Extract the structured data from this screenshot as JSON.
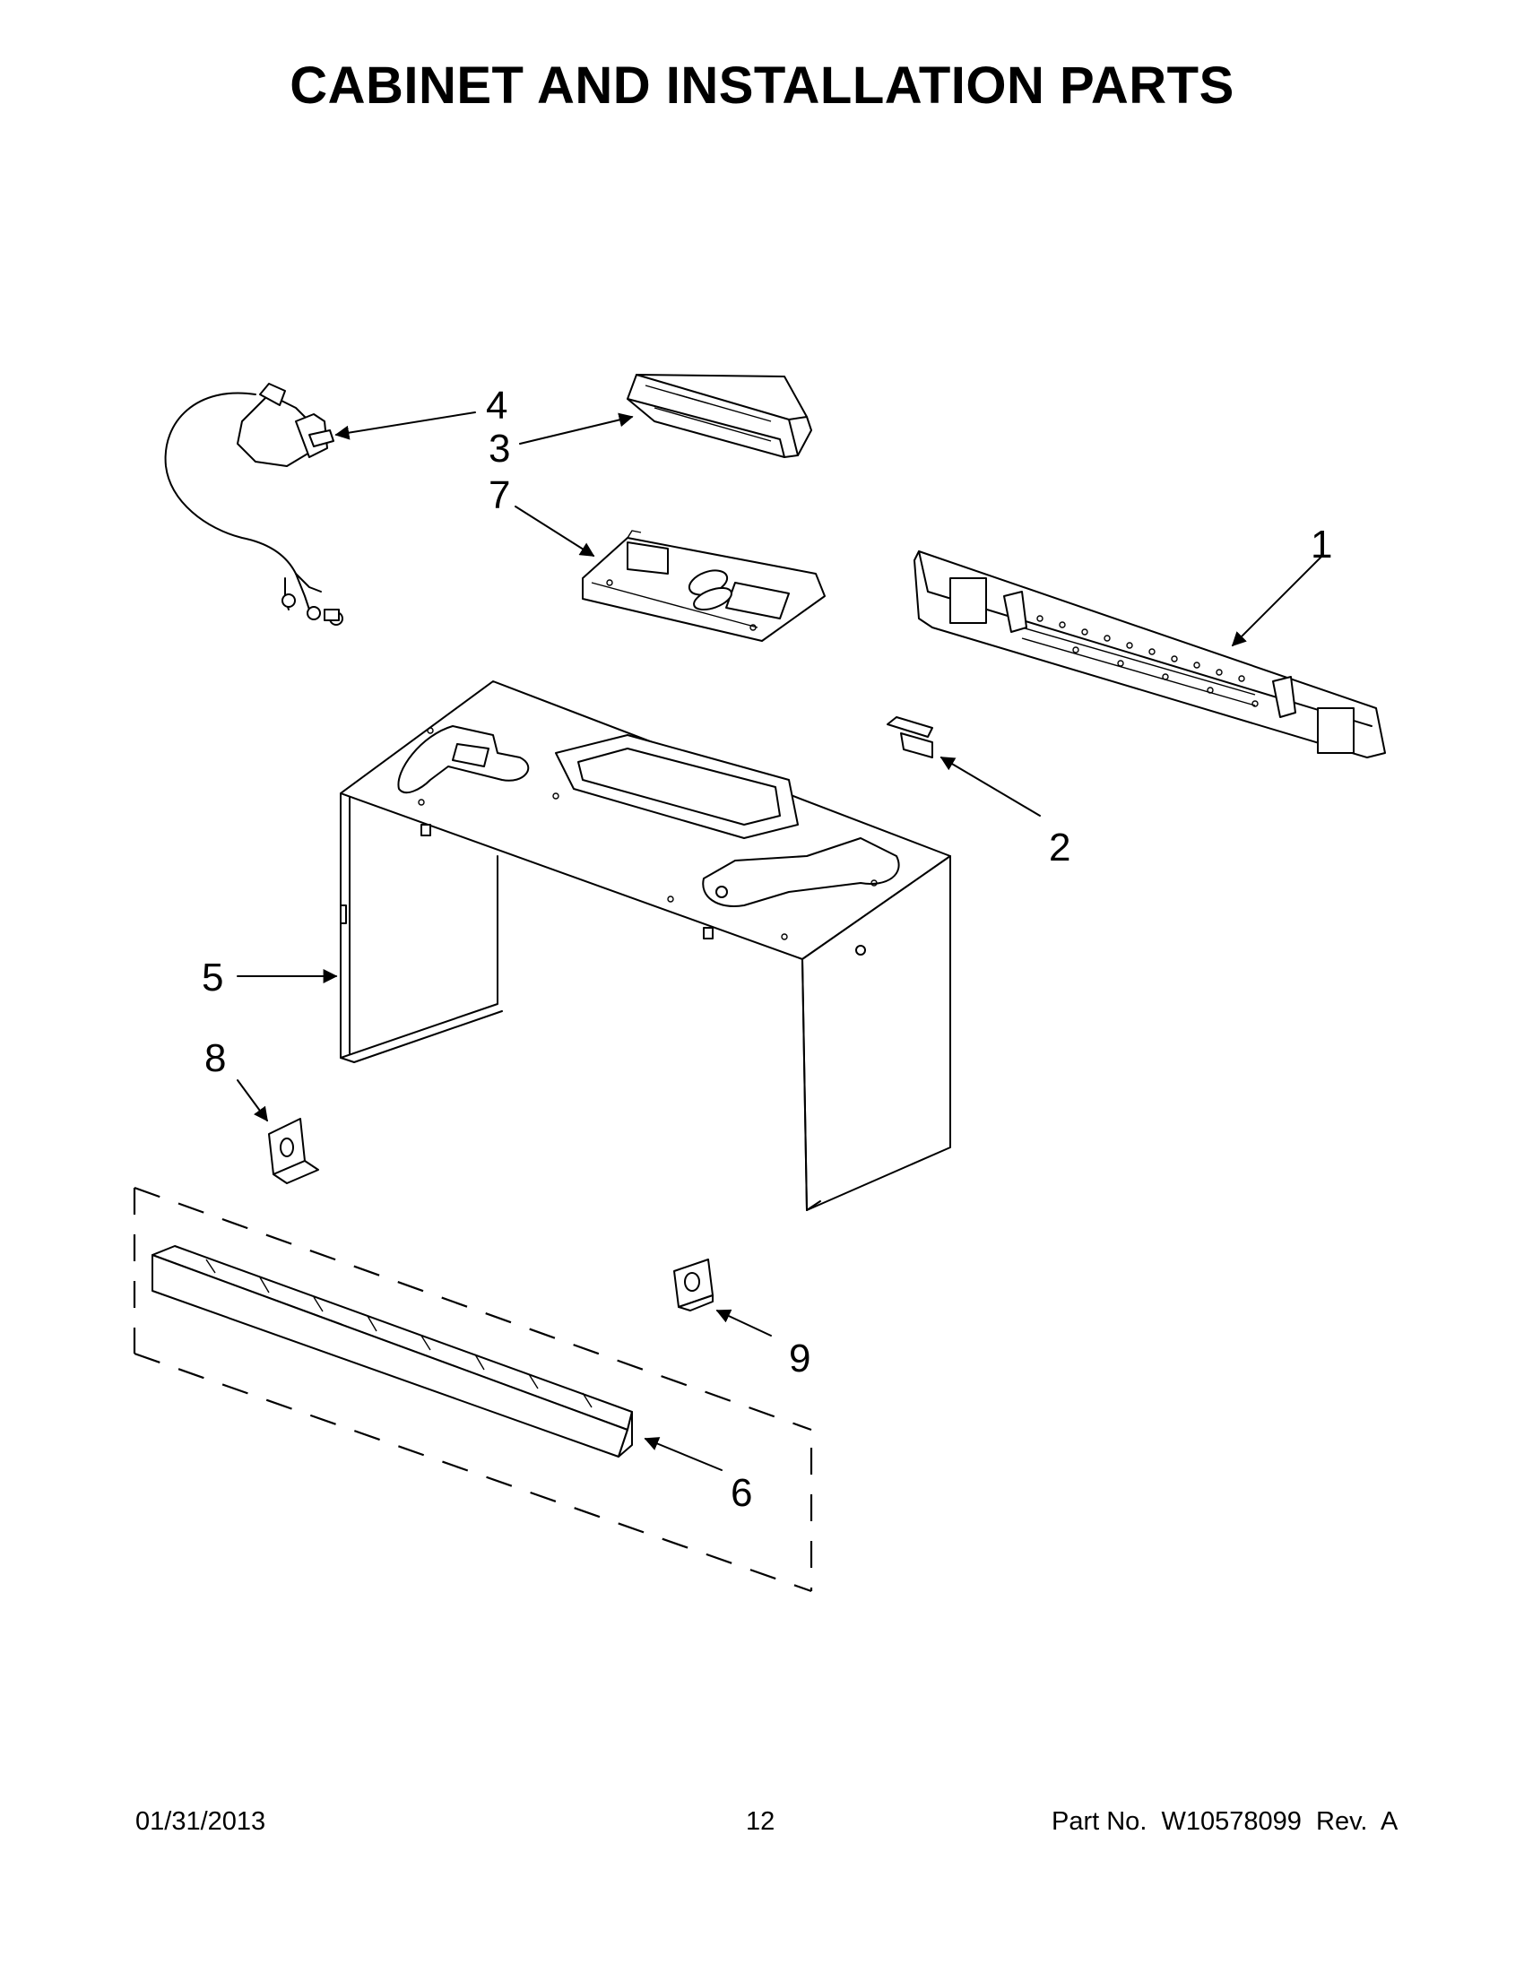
{
  "title": "CABINET AND INSTALLATION PARTS",
  "callouts": [
    {
      "id": "1",
      "label": "1"
    },
    {
      "id": "2",
      "label": "2"
    },
    {
      "id": "3",
      "label": "3"
    },
    {
      "id": "4",
      "label": "4"
    },
    {
      "id": "5",
      "label": "5"
    },
    {
      "id": "6",
      "label": "6"
    },
    {
      "id": "7",
      "label": "7"
    },
    {
      "id": "8",
      "label": "8"
    },
    {
      "id": "9",
      "label": "9"
    }
  ],
  "footer": {
    "date": "01/31/2013",
    "page": "12",
    "part_no": "Part No.  W10578099  Rev.  A"
  },
  "colors": {
    "ink": "#000000",
    "paper": "#ffffff"
  }
}
